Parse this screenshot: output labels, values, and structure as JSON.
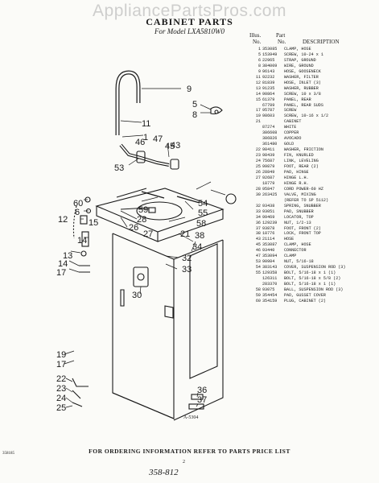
{
  "watermark": "AppliancePartsPros.com",
  "title": "CABINET PARTS",
  "subtitle": "For Model LXA5810W0",
  "table": {
    "header_illus": "Illus.",
    "header_no": "No.",
    "header_part": "Part",
    "header_part_no": "No.",
    "header_desc": "DESCRIPTION",
    "rows": [
      [
        "1",
        "353085",
        "CLAMP, HOSE"
      ],
      [
        "5",
        "153949",
        "SCREW, 10-24 x 1"
      ],
      [
        "6",
        "22965",
        "STRAP, GROUND"
      ],
      [
        "8",
        "384009",
        "WIRE, GROUND"
      ],
      [
        "9",
        "96143",
        "HOSE, GOOSENECK"
      ],
      [
        "11",
        "92232",
        "WASHER, FILTER"
      ],
      [
        "12",
        "81839",
        "HOSE, INLET (3)"
      ],
      [
        "13",
        "91235",
        "WASHER, RUBBER"
      ],
      [
        "14",
        "90864",
        "SCREW, 10 x 3/8"
      ],
      [
        "15",
        "61379",
        "PANEL, REAR"
      ],
      [
        "",
        "67789",
        "PANEL, REAR SUDS"
      ],
      [
        "17",
        "95787",
        "SCREW"
      ],
      [
        "19",
        "98603",
        "SCREW, 10-16 x 1/2"
      ],
      [
        "21",
        "",
        "CABINET"
      ],
      [
        "",
        "87274",
        "WHITE"
      ],
      [
        "",
        "386608",
        "COPPER"
      ],
      [
        "",
        "386826",
        "AVOCADO"
      ],
      [
        "",
        "361480",
        "GOLD"
      ],
      [
        "22",
        "98411",
        "WASHER, FRICTION"
      ],
      [
        "23",
        "98439",
        "FIN, KNURLED"
      ],
      [
        "24",
        "75687",
        "LINK, LEVELING"
      ],
      [
        "25",
        "99879",
        "FOOT, REAR (2)"
      ],
      [
        "26",
        "28849",
        "PAD, HINGE"
      ],
      [
        "27",
        "92687",
        "HINGE L.H."
      ],
      [
        "",
        "18779",
        "HINGE R.H."
      ],
      [
        "28",
        "95847",
        "CORD POWER-60 HZ"
      ],
      [
        "30",
        "263425",
        "VALVE, MIXING"
      ],
      [
        "",
        "",
        "(REFER TO SP 5112)"
      ],
      [
        "32",
        "93438",
        "SPRING, SNUBBER"
      ],
      [
        "33",
        "93051",
        "PAD, SNUBBER"
      ],
      [
        "34",
        "99469",
        "LOCATOR, TOP"
      ],
      [
        "36",
        "129239",
        "NUT, 1/2-13"
      ],
      [
        "37",
        "93878",
        "FOOT, FRONT (2)"
      ],
      [
        "38",
        "18776",
        "LOCK, FRONT TOP"
      ],
      [
        "43",
        "21114",
        "HOSE"
      ],
      [
        "45",
        "353087",
        "CLAMP, HOSE"
      ],
      [
        "46",
        "93440",
        "CONNECTOR"
      ],
      [
        "47",
        "353094",
        "CLAMP"
      ],
      [
        "53",
        "90984",
        "NUT, 5/16-18"
      ],
      [
        "54",
        "383143",
        "COVER, SUSPENSION ROD (3)"
      ],
      [
        "55",
        "129358",
        "BOLT, 5/16-18 x 1 (1)"
      ],
      [
        "",
        "126311",
        "BOLT, 5/16-18 x 5/8 (2)"
      ],
      [
        "",
        "283370",
        "BOLT, 5/16-18 x 1 (1)"
      ],
      [
        "58",
        "93075",
        "BALL, SUSPENSION ROD (3)"
      ],
      [
        "59",
        "354454",
        "PAD, GUSSET COVER"
      ],
      [
        "60",
        "354159",
        "PLUG, CABINET (2)"
      ]
    ]
  },
  "callouts": {
    "c1": "1",
    "c5": "5",
    "c6": "6",
    "c8": "8",
    "c9": "9",
    "c11": "11",
    "c12": "12",
    "c13": "13",
    "c14": "14",
    "c15": "15",
    "c17": "17",
    "c19": "19",
    "c21": "21",
    "c22": "22",
    "c23": "23",
    "c24": "24",
    "c25": "25",
    "c26": "26",
    "c27": "27",
    "c28": "28",
    "c30": "30",
    "c32": "32",
    "c33": "33",
    "c34": "34",
    "c36": "36",
    "c37": "37",
    "c38": "38",
    "c43": "43",
    "c45": "45",
    "c46": "46",
    "c47": "47",
    "c53": "53",
    "c54": "54",
    "c55": "55",
    "c58": "58",
    "c59": "59",
    "c60": "60"
  },
  "art_ref": "A-5304",
  "footer_note": "FOR ORDERING INFORMATION REFER TO PARTS PRICE LIST",
  "page_number": "2",
  "doc_number": "358185",
  "handwritten_note": "358-812"
}
